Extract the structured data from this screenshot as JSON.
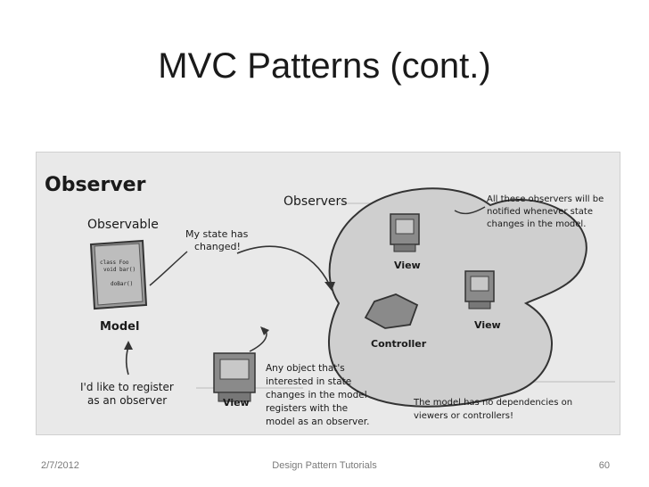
{
  "slide": {
    "title": "MVC Patterns (cont.)"
  },
  "figure": {
    "heading": "Observer",
    "observable_label": "Observable",
    "model_label": "Model",
    "code_lines": [
      "class Foo",
      "void bar()",
      "doBar()"
    ],
    "state_changed_note": [
      "My state has",
      "changed!"
    ],
    "observers_label": "Observers",
    "all_observers_note": [
      "All these observers will be",
      "notified whenever state",
      "changes in the model."
    ],
    "view_label_1": "View",
    "view_label_2": "View",
    "controller_label": "Controller",
    "register_note": [
      "I'd like to register",
      "as an observer"
    ],
    "view_label_3": "View",
    "any_object_note": [
      "Any object that's",
      "interested in state",
      "changes in the model",
      "registers with the",
      "model as an observer."
    ],
    "no_dependencies_note": [
      "The model has no dependencies on",
      "viewers or controllers!"
    ]
  },
  "footer": {
    "date": "2/7/2012",
    "center": "Design Pattern Tutorials",
    "page": "60"
  }
}
